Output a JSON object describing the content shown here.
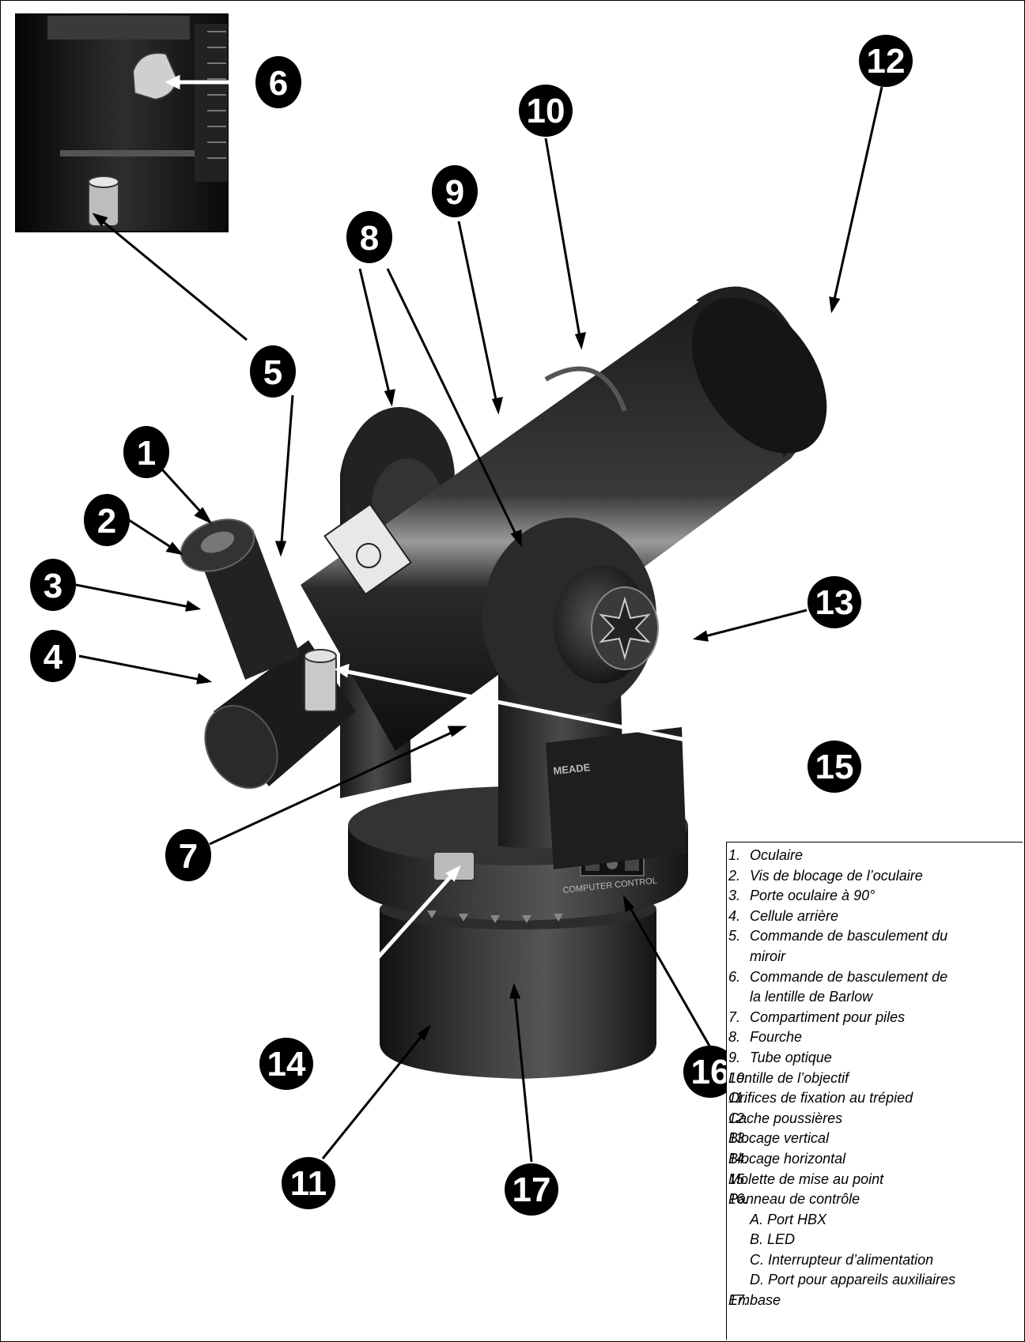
{
  "callouts": [
    "1",
    "2",
    "3",
    "4",
    "5",
    "6",
    "7",
    "8",
    "9",
    "10",
    "11",
    "12",
    "13",
    "14",
    "15",
    "16",
    "17"
  ],
  "product_labels": {
    "brand": "MEADE",
    "panel": "COMPUTER CONTROL"
  },
  "legend": {
    "items": [
      {
        "num": "1.",
        "text": "Oculaire"
      },
      {
        "num": "2.",
        "text": "Vis de blocage de l’oculaire"
      },
      {
        "num": "3.",
        "text": "Porte oculaire à 90°"
      },
      {
        "num": "4.",
        "text": "Cellule arrière"
      },
      {
        "num": "5.",
        "text": "Commande de basculement du"
      },
      {
        "num": "",
        "text": "miroir"
      },
      {
        "num": "6.",
        "text": "Commande de basculement de"
      },
      {
        "num": "",
        "text": "la lentille de Barlow"
      },
      {
        "num": "7.",
        "text": "Compartiment pour piles"
      },
      {
        "num": "8.",
        "text": "Fourche"
      },
      {
        "num": "9.",
        "text": "Tube optique"
      },
      {
        "num": "10.",
        "text": "Lentille de l’objectif"
      },
      {
        "num": "11.",
        "text": "Orifices de fixation au trépied"
      },
      {
        "num": "12.",
        "text": "Cache poussières"
      },
      {
        "num": "13.",
        "text": "Blocage vertical"
      },
      {
        "num": "14.",
        "text": "Blocage horizontal"
      },
      {
        "num": "15.",
        "text": "Molette de mise au point"
      },
      {
        "num": "16.",
        "text": "Panneau de contrôle"
      },
      {
        "num": "",
        "text": "A. Port HBX"
      },
      {
        "num": "",
        "text": "B. LED"
      },
      {
        "num": "",
        "text": "C. Interrupteur d’alimentation"
      },
      {
        "num": "",
        "text": "D. Port pour appareils auxiliaires"
      },
      {
        "num": "17.",
        "text": "Embase"
      }
    ]
  }
}
